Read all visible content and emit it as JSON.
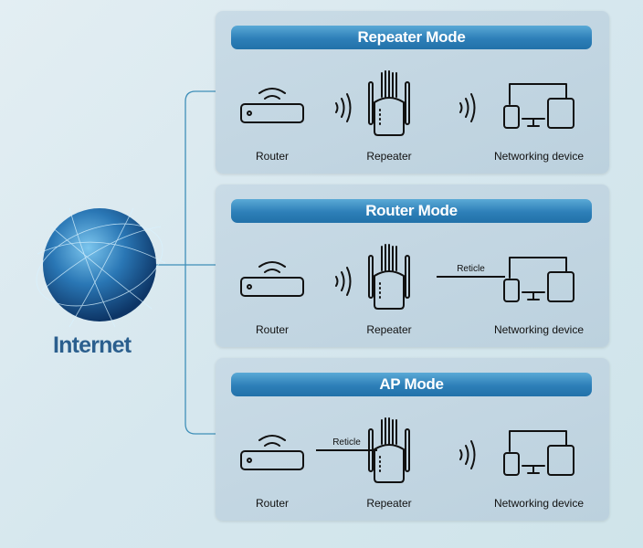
{
  "internet_label": "Internet",
  "colors": {
    "accent": "#2d7fb8",
    "line": "#3f8fb8",
    "text": "#2b5f8e"
  },
  "modes": [
    {
      "title": "Repeater Mode",
      "items": [
        {
          "label": "Router",
          "icon": "router-icon"
        },
        {
          "link": "wireless",
          "icon": "wifi-waves-icon"
        },
        {
          "label": "Repeater",
          "icon": "repeater-icon"
        },
        {
          "link": "wireless",
          "icon": "wifi-waves-icon"
        },
        {
          "label": "Networking device",
          "icon": "devices-icon"
        }
      ]
    },
    {
      "title": "Router Mode",
      "items": [
        {
          "label": "Router",
          "icon": "router-icon"
        },
        {
          "link": "wireless",
          "icon": "wifi-waves-icon"
        },
        {
          "label": "Repeater",
          "icon": "repeater-icon"
        },
        {
          "link": "wired",
          "link_label": "Reticle"
        },
        {
          "label": "Networking device",
          "icon": "devices-icon"
        }
      ]
    },
    {
      "title": "AP Mode",
      "items": [
        {
          "label": "Router",
          "icon": "router-icon"
        },
        {
          "link": "wired",
          "link_label": "Reticle"
        },
        {
          "label": "Repeater",
          "icon": "repeater-icon"
        },
        {
          "link": "wireless",
          "icon": "wifi-waves-icon"
        },
        {
          "label": "Networking device",
          "icon": "devices-icon"
        }
      ]
    }
  ]
}
